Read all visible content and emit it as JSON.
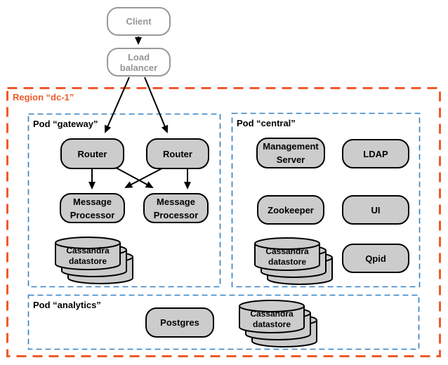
{
  "diagram": {
    "type": "architecture-diagram",
    "region": {
      "label": "Region “dc-1”"
    },
    "pods": {
      "gateway": {
        "label": "Pod “gateway”"
      },
      "central": {
        "label": "Pod “central”"
      },
      "analytics": {
        "label": "Pod “analytics”"
      }
    },
    "nodes": {
      "client": {
        "label": "Client"
      },
      "load_balancer": {
        "label": "Load balancer"
      },
      "router_1": {
        "label": "Router"
      },
      "router_2": {
        "label": "Router"
      },
      "message_processor_1": {
        "line1": "Message",
        "line2": "Processor"
      },
      "message_processor_2": {
        "line1": "Message",
        "line2": "Processor"
      },
      "cassandra_gateway": {
        "line1": "Cassandra",
        "line2": "datastore"
      },
      "management_server": {
        "line1": "Management",
        "line2": "Server"
      },
      "ldap": {
        "label": "LDAP"
      },
      "zookeeper": {
        "label": "Zookeeper"
      },
      "ui": {
        "label": "UI"
      },
      "cassandra_central": {
        "line1": "Cassandra",
        "line2": "datastore"
      },
      "qpid": {
        "label": "Qpid"
      },
      "postgres": {
        "label": "Postgres"
      },
      "cassandra_analytics": {
        "line1": "Cassandra",
        "line2": "datastore"
      }
    },
    "edges": [
      {
        "from": "client",
        "to": "load_balancer"
      },
      {
        "from": "load_balancer",
        "to": "router_1"
      },
      {
        "from": "load_balancer",
        "to": "router_2"
      },
      {
        "from": "router_1",
        "to": "message_processor_1"
      },
      {
        "from": "router_1",
        "to": "message_processor_2"
      },
      {
        "from": "router_2",
        "to": "message_processor_1"
      },
      {
        "from": "router_2",
        "to": "message_processor_2"
      }
    ],
    "colors": {
      "region_border": "#F05A28",
      "pod_border": "#3380C2",
      "node_fill": "#CCCCCC",
      "node_border": "#000000",
      "external_node_border": "#999999",
      "external_node_text": "#959595",
      "arrow": "#000000",
      "background": "#FFFFFF"
    }
  }
}
